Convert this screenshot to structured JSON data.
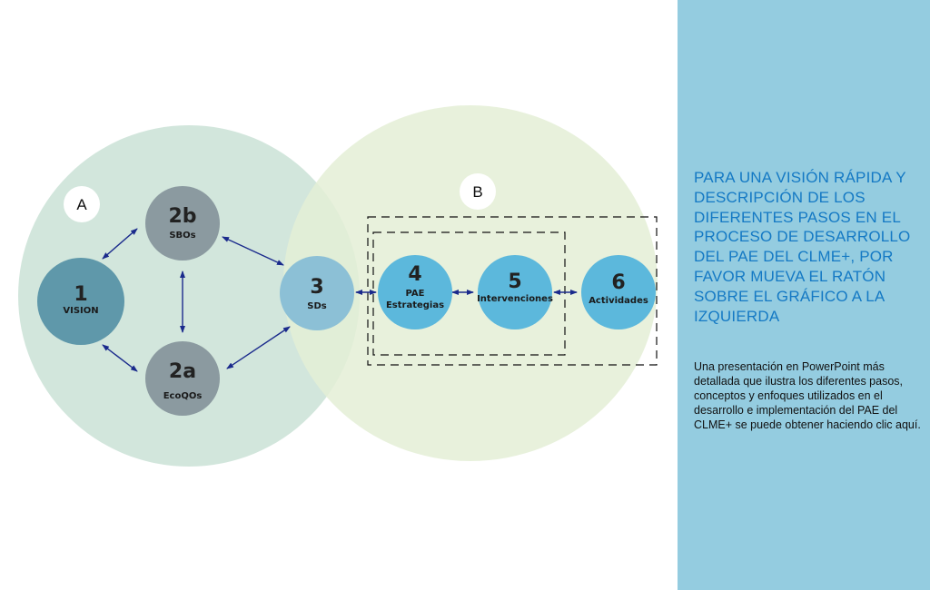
{
  "diagram": {
    "groups": [
      {
        "id": "A",
        "label": "A"
      },
      {
        "id": "B",
        "label": "B"
      }
    ],
    "nodes": [
      {
        "id": "1",
        "number": "1",
        "label": "VISION"
      },
      {
        "id": "2b",
        "number": "2b",
        "label": "SBOs"
      },
      {
        "id": "2a",
        "number": "2a",
        "label": "EcoQOs"
      },
      {
        "id": "3",
        "number": "3",
        "label": "SDs"
      },
      {
        "id": "4",
        "number": "4",
        "label_line1": "PAE",
        "label_line2": "Estrategias"
      },
      {
        "id": "5",
        "number": "5",
        "label": "Intervenciones"
      },
      {
        "id": "6",
        "number": "6",
        "label": "Actividades"
      }
    ],
    "edges": [
      [
        "1",
        "2b"
      ],
      [
        "1",
        "2a"
      ],
      [
        "2b",
        "2a"
      ],
      [
        "2b",
        "3"
      ],
      [
        "2a",
        "3"
      ],
      [
        "3",
        "4"
      ],
      [
        "4",
        "5"
      ],
      [
        "5",
        "6"
      ]
    ],
    "colors": {
      "group_a": "#d2e6dc",
      "group_b": "#e8f0dc",
      "node_1": "#5f98aa",
      "node_2": "#8b9aa0",
      "node_3": "#8cc0d6",
      "node_456": "#5cb8dc",
      "arrow": "#1a2a8c"
    }
  },
  "panel": {
    "heading": "PARA UNA VISIÓN RÁPIDA Y DESCRIPCIÓN DE LOS DIFERENTES PASOS EN EL PROCESO DE DESARROLLO DEL PAE DEL CLME+, POR FAVOR MUEVA EL RATÓN SOBRE EL GRÁFICO A LA IZQUIERDA",
    "body": "Una presentación en PowerPoint más detallada que ilustra los diferentes pasos, conceptos y enfoques utilizados en el desarrollo e implementación del PAE del  CLME+ se puede obtener haciendo clic aquí."
  }
}
